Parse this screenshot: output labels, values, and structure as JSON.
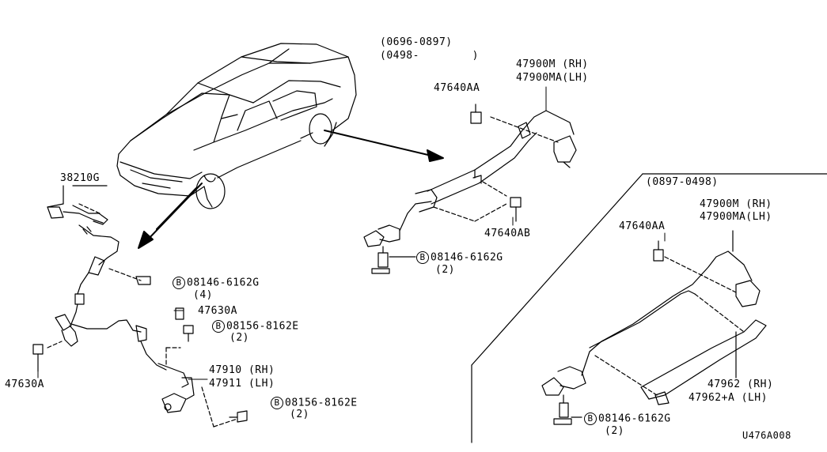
{
  "figure_code": "U476A008",
  "top_date_range_1": "(0696-0897)",
  "top_date_range_2": "(0498-        )",
  "right_date_range": "(0897-0498)",
  "parts": {
    "p38210G": "38210G",
    "p47640AA_top": "47640AA",
    "p47640AA_right": "47640AA",
    "p47640AB": "47640AB",
    "p47900M_top": "47900M (RH)",
    "p47900MA_top": "47900MA(LH)",
    "p47900M_right": "47900M (RH)",
    "p47900MA_right": "47900MA(LH)",
    "p47630A_mid": "47630A",
    "p47630A_left": "47630A",
    "p47910": "47910 (RH)",
    "p47911": "47911 (LH)",
    "p47962": "47962 (RH)",
    "p47962A": "47962+A (LH)"
  },
  "bolts": {
    "b1_letter": "B",
    "b1_num": "08146-6162G",
    "b1_qty": "(4)",
    "b2_letter": "B",
    "b2_num": "08156-8162E",
    "b2_qty": "(2)",
    "b3_letter": "B",
    "b3_num": "08156-8162E",
    "b3_qty": "(2)",
    "b4_letter": "B",
    "b4_num": "08146-6162G",
    "b4_qty": "(2)",
    "b5_letter": "B",
    "b5_num": "08146-6162G",
    "b5_qty": "(2)"
  }
}
